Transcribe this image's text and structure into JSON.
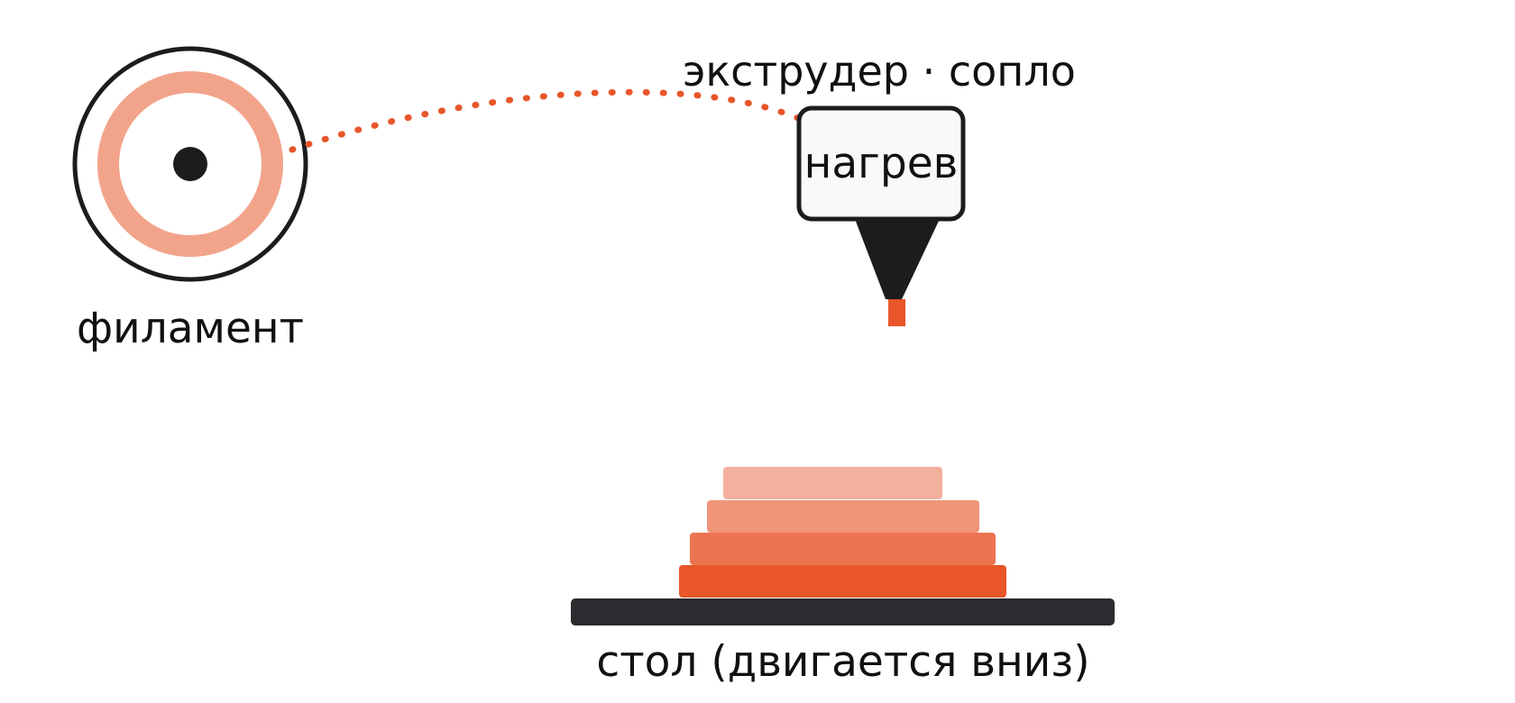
{
  "labels": {
    "spool": "филамент",
    "extruder": "экструдер · сопло",
    "heater": "нагрев",
    "bed": "стол (двигается вниз)"
  },
  "icons": {
    "spool": "filament-spool-icon",
    "nozzle": "nozzle-icon"
  },
  "layers": {
    "count": 4
  },
  "colors": {
    "accent": "#E8562A",
    "spool_ring": "#F2A48A",
    "outline": "#1C1C1E",
    "heater_fill": "#F9F9F7",
    "bed": "#2C2C30",
    "layer_1": "#E8562A",
    "layer_2": "#ED7450",
    "layer_3": "#F09479",
    "layer_4": "#F4B09E",
    "background": "#FFFFFF"
  }
}
